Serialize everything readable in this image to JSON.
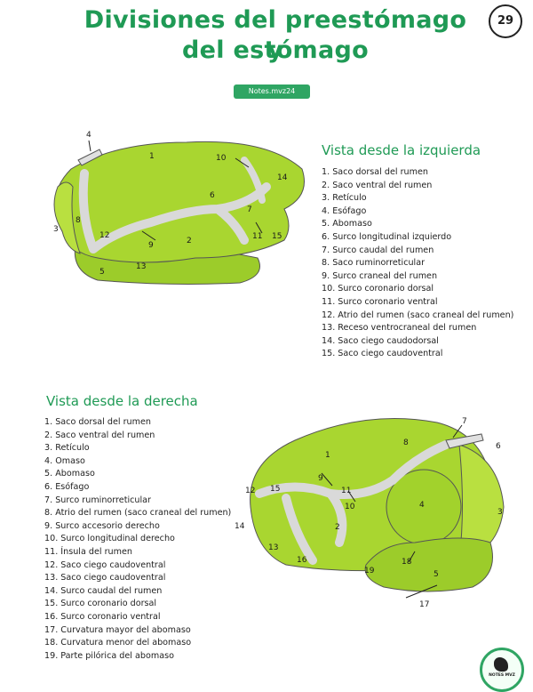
{
  "page": {
    "title_line1": "Divisiones del preestómago y",
    "title_line2": "del estómago",
    "number": "29",
    "badge": "Notes.mvz24",
    "logo_text": "NOTES MVZ"
  },
  "left_view": {
    "heading": "Vista desde la izquierda",
    "items": [
      "1. Saco dorsal del rumen",
      "2. Saco ventral del rumen",
      "3. Retículo",
      "4. Esófago",
      "5. Abomaso",
      "6. Surco longitudinal izquierdo",
      "7. Surco caudal del rumen",
      "8. Saco ruminorreticular",
      "9. Surco craneal del rumen",
      "10. Surco coronario dorsal",
      "11. Surco coronario ventral",
      "12. Atrio del rumen (saco craneal del rumen)",
      "13. Receso ventrocraneal del rumen",
      "14. Saco ciego caudodorsal",
      "15. Saco ciego caudoventral"
    ],
    "labels": [
      "1",
      "2",
      "3",
      "4",
      "5",
      "6",
      "7",
      "8",
      "9",
      "10",
      "11",
      "12",
      "13",
      "14",
      "15"
    ]
  },
  "right_view": {
    "heading": "Vista desde la derecha",
    "items": [
      "1. Saco dorsal del rumen",
      "2. Saco ventral del rumen",
      "3. Retículo",
      "4. Omaso",
      "5. Abomaso",
      "6. Esófago",
      "7. Surco ruminorreticular",
      "8. Atrio del rumen (saco craneal del rumen)",
      "9. Surco accesorio derecho",
      "10. Surco longitudinal derecho",
      "11. Ínsula del rumen",
      "12. Saco ciego caudoventral",
      "13. Saco ciego caudoventral",
      "14. Surco caudal del rumen",
      "15. Surco coronario dorsal",
      "16. Surco coronario ventral",
      "17. Curvatura mayor del abomaso",
      "18. Curvatura menor del abomaso",
      "19. Parte pilórica del abomaso"
    ],
    "labels": [
      "1",
      "2",
      "3",
      "4",
      "5",
      "6",
      "7",
      "8",
      "9",
      "10",
      "11",
      "12",
      "13",
      "14",
      "15",
      "16",
      "17",
      "18",
      "19"
    ]
  },
  "colors": {
    "organ": "#a9d630",
    "organ_light": "#c8ea55",
    "groove": "#d6d6d6",
    "title": "#1f9a55"
  }
}
